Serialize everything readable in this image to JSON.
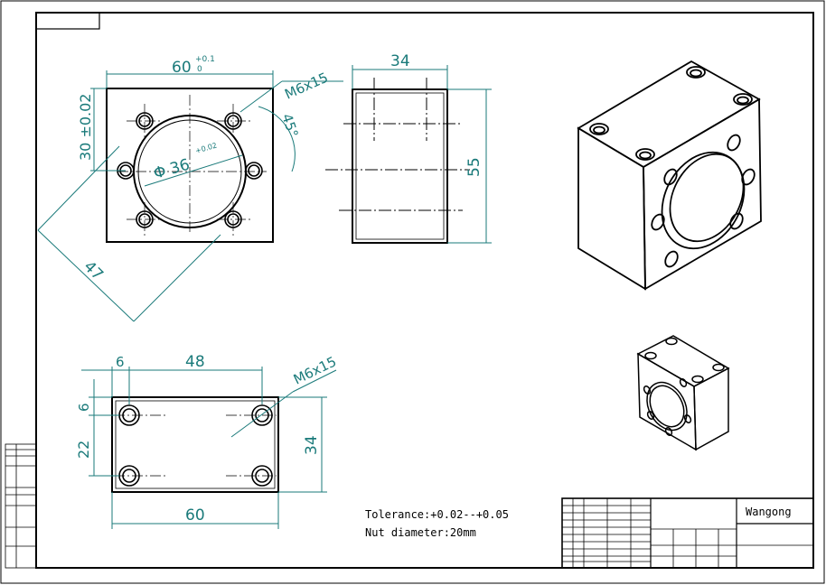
{
  "drawing": {
    "front_view": {
      "width_dim": "60",
      "width_tol_upper": "+0.1",
      "width_tol_lower": "0",
      "height_dim": "30 ±0.02",
      "bore_dim": "Φ 36",
      "bore_tol": "+0.02",
      "thread_callout": "M6x15",
      "angle_dim": "45°",
      "diagonal_dim": "47"
    },
    "side_view": {
      "width_dim": "34",
      "height_dim": "55"
    },
    "bottom_view": {
      "edge_dim": "6",
      "spacing_dim": "48",
      "thread_callout": "M6x15",
      "edge_dim_v": "6",
      "spacing_dim_v": "22",
      "height_dim": "34",
      "width_dim": "60"
    },
    "notes": {
      "tolerance": "Tolerance:+0.02--+0.05",
      "nut_diameter": "Nut diameter:20mm"
    },
    "title_block": {
      "company": "Wangong"
    }
  },
  "colors": {
    "line": "#000000",
    "dimension": "#1a7a7a",
    "center_line": "#000000"
  }
}
